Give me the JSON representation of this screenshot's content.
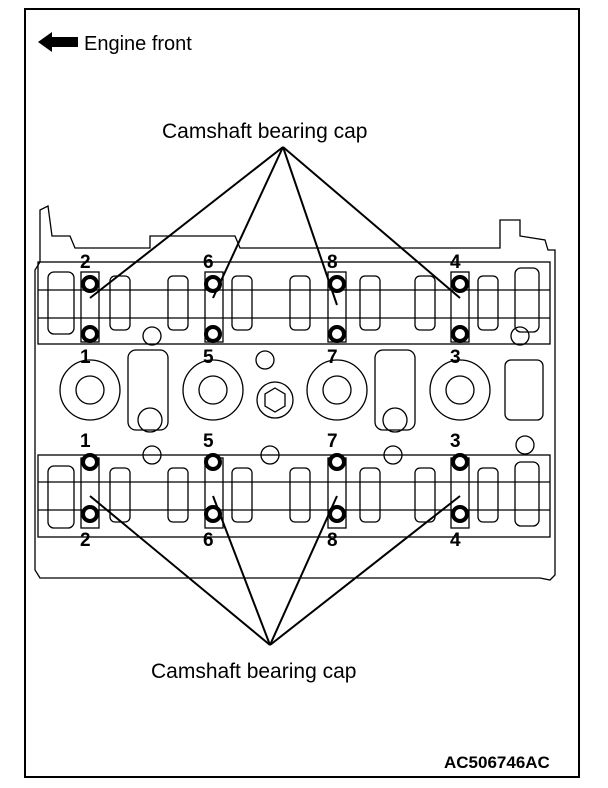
{
  "legend": {
    "engine_front": "Engine front",
    "arrow_icon": "left-arrow-icon"
  },
  "labels": {
    "top_callout": "Camshaft bearing cap",
    "bottom_callout": "Camshaft bearing cap",
    "figure_id": "AC506746AC"
  },
  "bolt_numbers": {
    "top_row_upper": [
      "2",
      "6",
      "8",
      "4"
    ],
    "top_row_lower": [
      "1",
      "5",
      "7",
      "3"
    ],
    "bottom_row_upper": [
      "1",
      "5",
      "7",
      "3"
    ],
    "bottom_row_lower": [
      "2",
      "6",
      "8",
      "4"
    ]
  }
}
